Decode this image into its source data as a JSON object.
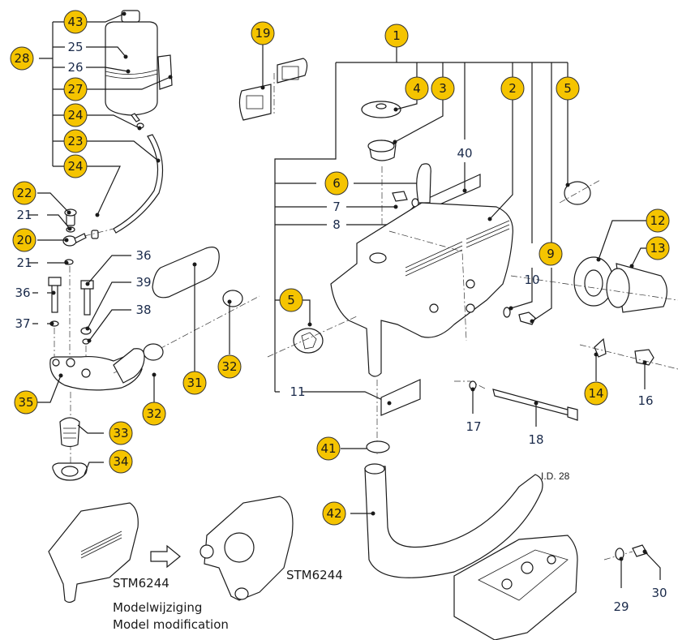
{
  "diagram": {
    "type": "exploded-parts-view",
    "callouts": [
      {
        "id": "c1",
        "label": "1"
      },
      {
        "id": "c2",
        "label": "2"
      },
      {
        "id": "c3",
        "label": "3"
      },
      {
        "id": "c4",
        "label": "4"
      },
      {
        "id": "c5a",
        "label": "5"
      },
      {
        "id": "c5b",
        "label": "5"
      },
      {
        "id": "c6",
        "label": "6"
      },
      {
        "id": "c9",
        "label": "9"
      },
      {
        "id": "c12",
        "label": "12"
      },
      {
        "id": "c13",
        "label": "13"
      },
      {
        "id": "c14",
        "label": "14"
      },
      {
        "id": "c19",
        "label": "19"
      },
      {
        "id": "c20",
        "label": "20"
      },
      {
        "id": "c22",
        "label": "22"
      },
      {
        "id": "c23",
        "label": "23"
      },
      {
        "id": "c24a",
        "label": "24"
      },
      {
        "id": "c24b",
        "label": "24"
      },
      {
        "id": "c27",
        "label": "27"
      },
      {
        "id": "c28",
        "label": "28"
      },
      {
        "id": "c31",
        "label": "31"
      },
      {
        "id": "c32a",
        "label": "32"
      },
      {
        "id": "c32b",
        "label": "32"
      },
      {
        "id": "c33",
        "label": "33"
      },
      {
        "id": "c34",
        "label": "34"
      },
      {
        "id": "c35",
        "label": "35"
      },
      {
        "id": "c41",
        "label": "41"
      },
      {
        "id": "c42",
        "label": "42"
      },
      {
        "id": "c43",
        "label": "43"
      }
    ],
    "plain_labels": [
      {
        "id": "p7",
        "label": "7"
      },
      {
        "id": "p8",
        "label": "8"
      },
      {
        "id": "p10",
        "label": "10"
      },
      {
        "id": "p11",
        "label": "11"
      },
      {
        "id": "p16",
        "label": "16"
      },
      {
        "id": "p17",
        "label": "17"
      },
      {
        "id": "p18",
        "label": "18"
      },
      {
        "id": "p21a",
        "label": "21"
      },
      {
        "id": "p21b",
        "label": "21"
      },
      {
        "id": "p25",
        "label": "25"
      },
      {
        "id": "p26",
        "label": "26"
      },
      {
        "id": "p29",
        "label": "29"
      },
      {
        "id": "p30",
        "label": "30"
      },
      {
        "id": "p36a",
        "label": "36"
      },
      {
        "id": "p36b",
        "label": "36"
      },
      {
        "id": "p37",
        "label": "37"
      },
      {
        "id": "p38",
        "label": "38"
      },
      {
        "id": "p39",
        "label": "39"
      },
      {
        "id": "p40",
        "label": "40"
      }
    ],
    "notes": {
      "hose_inner_diameter": "I.D. 28",
      "old_model_code": "STM6244",
      "new_model_code": "STM6244",
      "modification_nl": "Modelwijziging",
      "modification_en": "Model modification"
    },
    "callout_color": "#f5c400"
  }
}
